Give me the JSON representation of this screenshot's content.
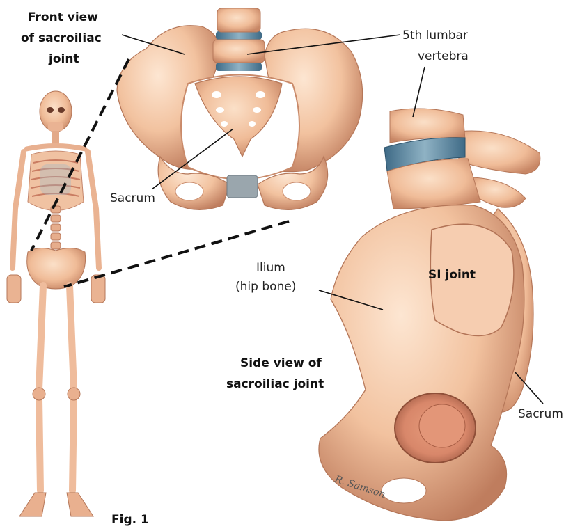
{
  "labels": {
    "front_view": [
      "Front view",
      "of sacroiliac",
      "joint"
    ],
    "lumbar": [
      "5th lumbar",
      "vertebra"
    ],
    "sacrum_front": "Sacrum",
    "ilium": [
      "Ilium",
      "(hip bone)"
    ],
    "si_joint": "SI joint",
    "side_view": [
      "Side view of",
      "sacroiliac joint"
    ],
    "sacrum_side": "Sacrum",
    "figure_number": "Fig. 1",
    "signature": "R. Samson"
  },
  "colors": {
    "bone": "#f2c3a2",
    "bone_shadow": "#c98a6a",
    "bone_dark": "#a8684e",
    "disc": "#4e7a96",
    "disc_light": "#8fb2c4",
    "ligament": "#8f9ba2",
    "leader": "#111111"
  }
}
